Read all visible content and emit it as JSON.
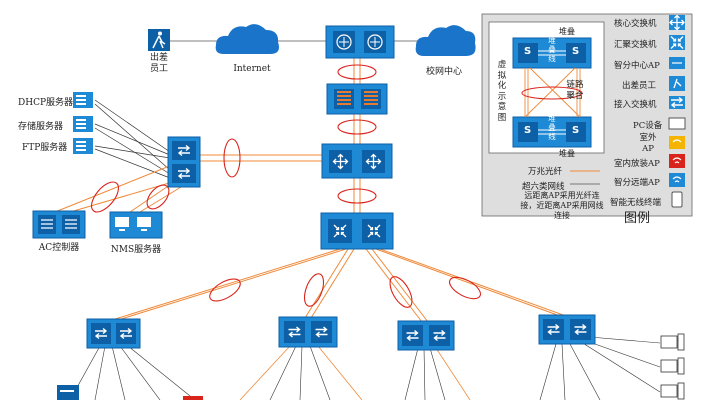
{
  "nodes": {
    "travel_staff": "出差\n员工",
    "internet": "Internet",
    "campus_center": "校网中心",
    "dhcp_server": "DHCP服务器",
    "storage_server": "存储服务器",
    "ftp_server": "FTP服务器",
    "ac_controller": "AC控制器",
    "nms_server": "NMS服务器"
  },
  "inset": {
    "stack_top": "堆叠",
    "stack_mid": "堆\n叠\n线",
    "stack_mid2": "堆\n叠\n线",
    "stack_bottom": "堆叠",
    "virtual_diagram": "虚\n拟\n化\n示\n意\n图",
    "link_aggregation": "链路\n聚合",
    "switch_letter": "S"
  },
  "legend": {
    "items": [
      {
        "label": "核心交换机",
        "icon": "core-switch-icon"
      },
      {
        "label": "汇聚交换机",
        "icon": "aggregation-switch-icon"
      },
      {
        "label": "智分中心AP",
        "icon": "smart-center-ap-icon"
      },
      {
        "label": "出差员工",
        "icon": "travel-staff-icon"
      },
      {
        "label": "接入交换机",
        "icon": "access-switch-icon"
      },
      {
        "label": "PC设备",
        "icon": "pc-icon"
      },
      {
        "label": "室外\nAP",
        "icon": "outdoor-ap-icon"
      },
      {
        "label": "室内放装AP",
        "icon": "indoor-ap-icon"
      },
      {
        "label": "智分远端AP",
        "icon": "smart-remote-ap-icon"
      },
      {
        "label": "智能无线终端",
        "icon": "wireless-terminal-icon"
      }
    ],
    "line_fiber": "万兆光纤",
    "line_cat6": "超六类网线",
    "line_note": "远距离AP采用光纤连\n接，近距离AP采用网线\n连接",
    "caption": "图例"
  },
  "colors": {
    "device_blue": "#1e8ad6",
    "device_dark": "#0d5fa6",
    "fiber_line": "#f08a3a",
    "ellipse": "#d9241c",
    "cloud": "#1a74c9"
  }
}
